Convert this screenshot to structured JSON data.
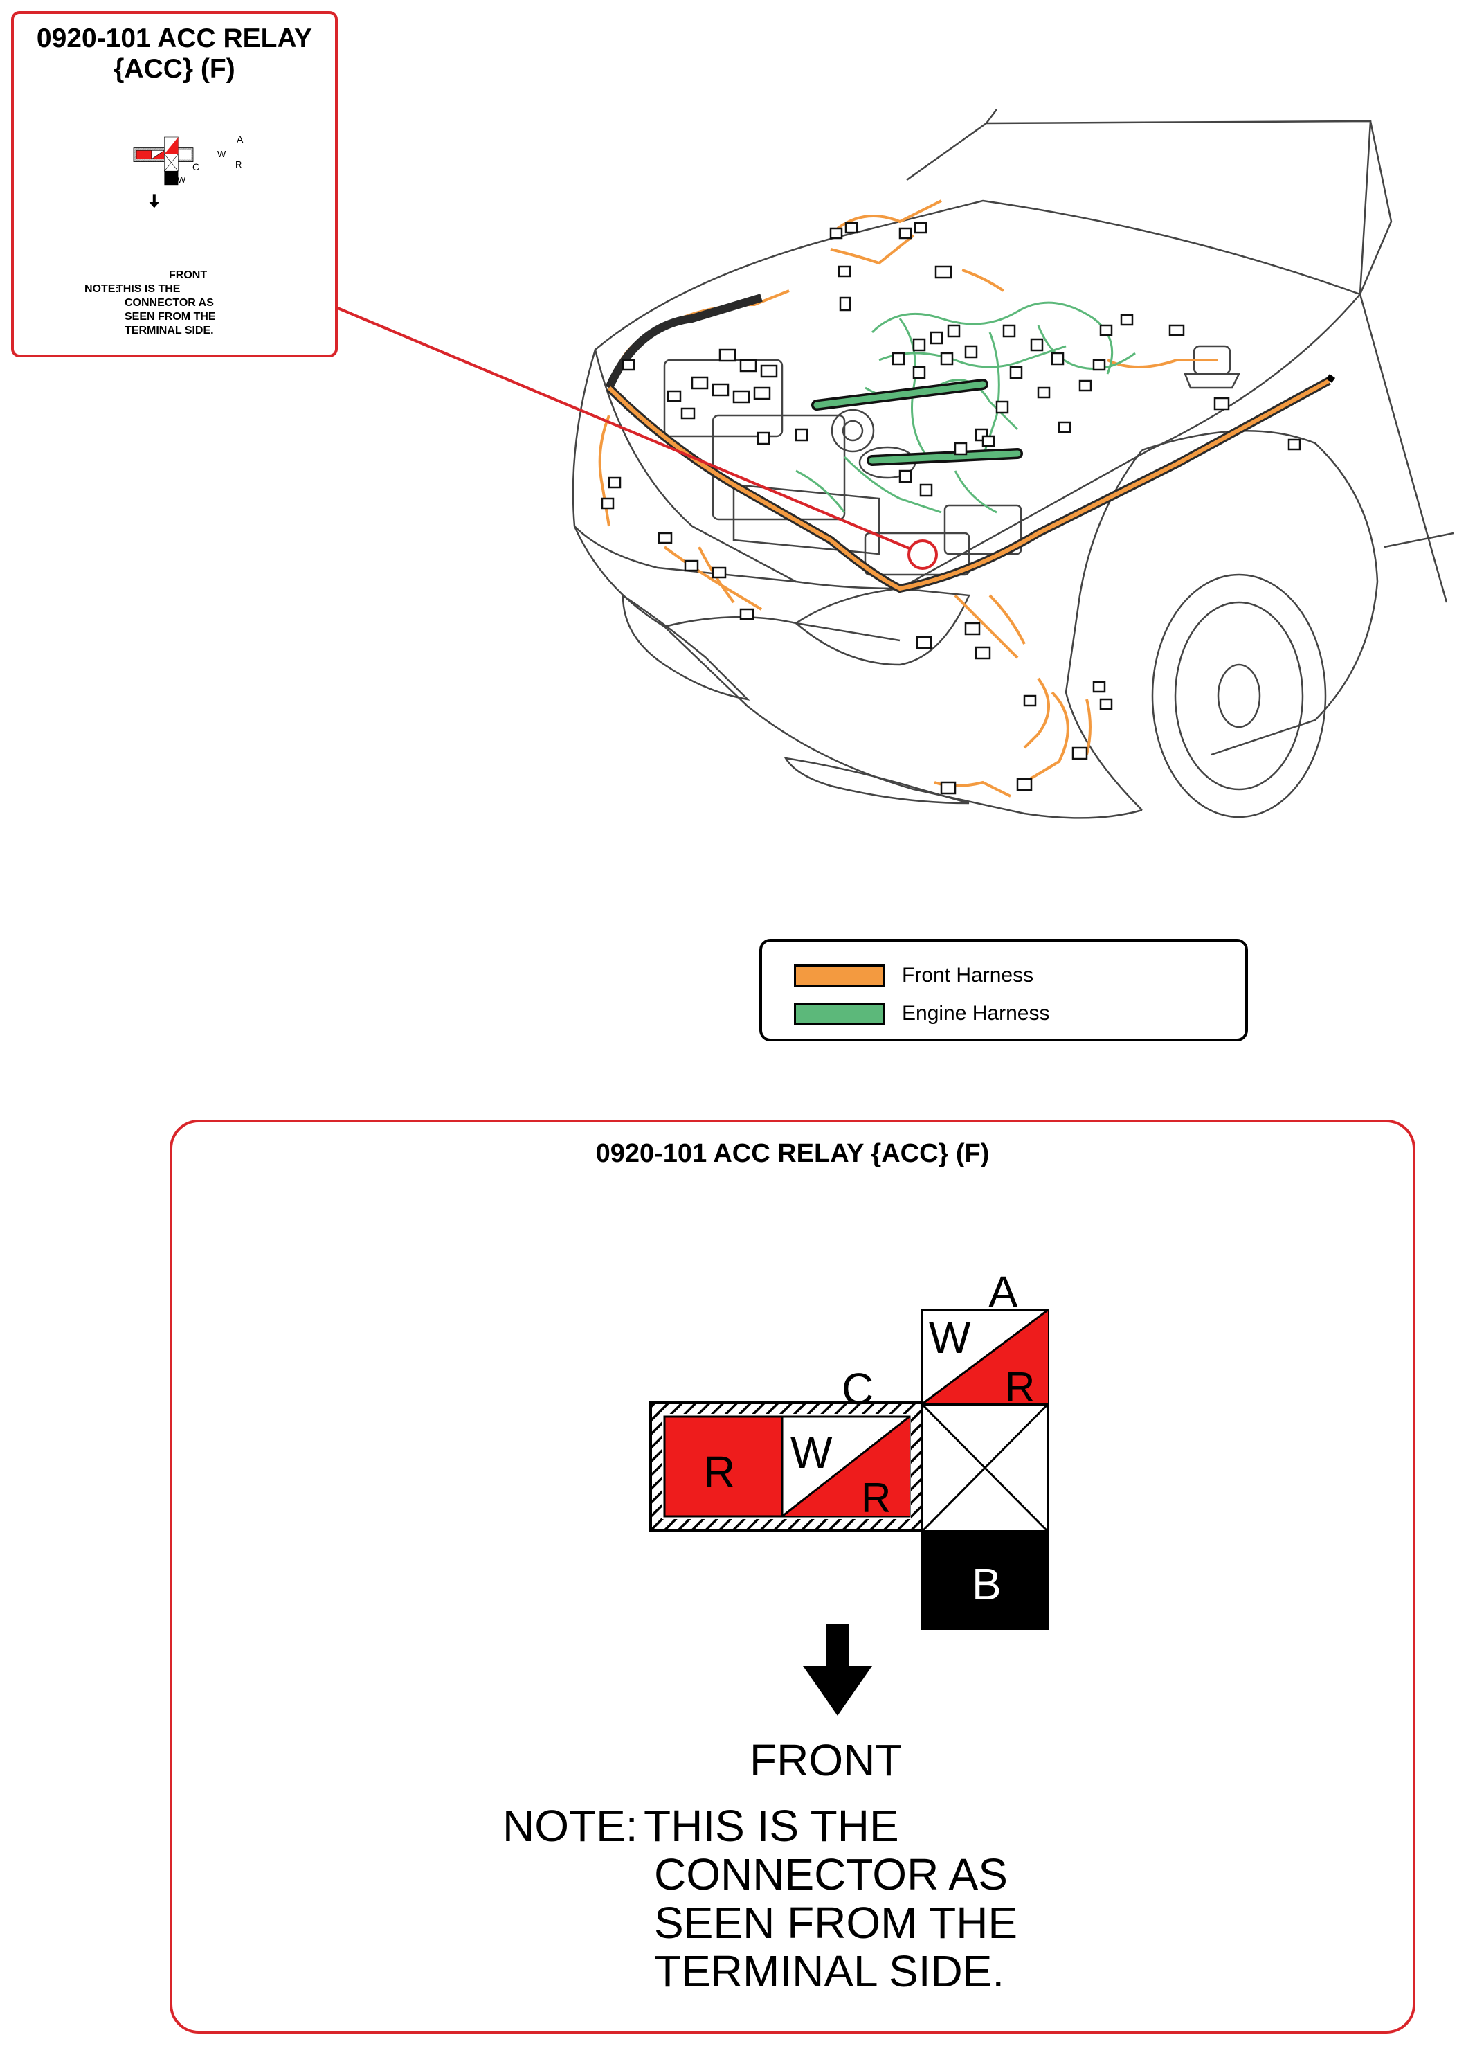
{
  "connector": {
    "title_line1": "0920-101 ACC RELAY",
    "title_line2": "{ACC} (F)",
    "title_full": "0920-101 ACC RELAY {ACC} (F)",
    "terminal_labels": {
      "a": "A",
      "c": "C"
    },
    "pins": {
      "c1": "R",
      "c2_top": "W",
      "c2_bottom": "R",
      "a1_top": "W",
      "a1_bottom": "R",
      "b": "B"
    },
    "front_label": "FRONT",
    "note_prefix": "NOTE:",
    "note_lines": [
      "THIS IS THE",
      "CONNECTOR AS",
      "SEEN FROM THE",
      "TERMINAL SIDE."
    ]
  },
  "legend": {
    "items": [
      {
        "label": "Front Harness",
        "color": "#f39a40"
      },
      {
        "label": "Engine Harness",
        "color": "#5cb87a"
      }
    ]
  },
  "colors": {
    "callout_border": "#d9252a",
    "wire_red": "#ee1c1c",
    "front_harness": "#f39a40",
    "engine_harness": "#5cb87a",
    "dark_harness": "#2e6b3e"
  }
}
